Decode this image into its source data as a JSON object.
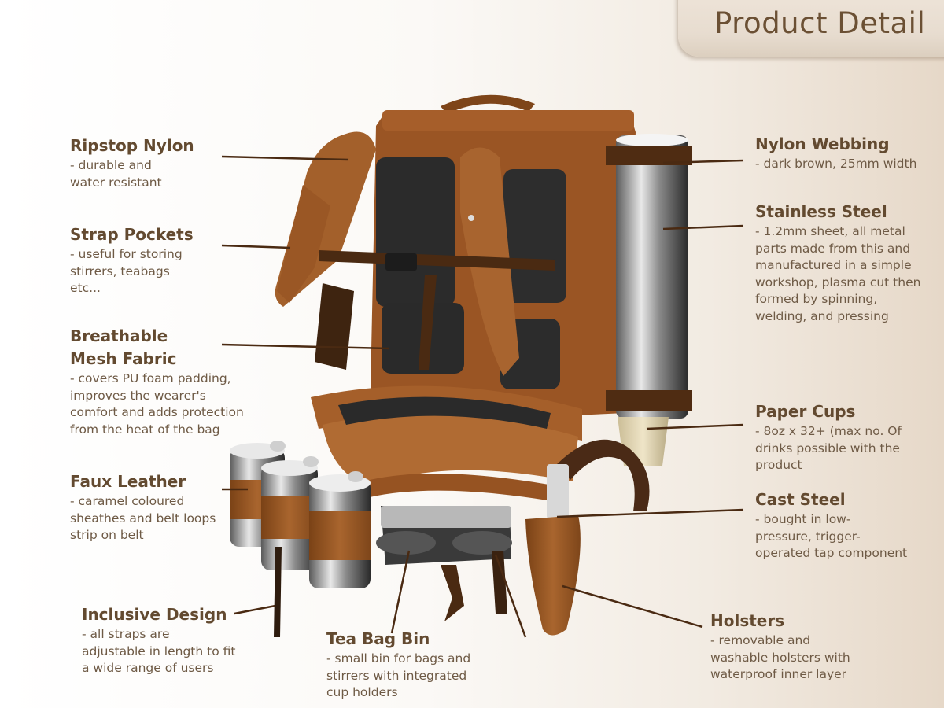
{
  "header": {
    "title": "Product Detail"
  },
  "colors": {
    "accent_text": "#634a30",
    "body_text": "#6e5a45",
    "leather_caramel": "#a55f2a",
    "leather_dark": "#4a2a12",
    "mesh": "#2b2b2b",
    "steel": "#b9b9b9",
    "leader_line": "#4a2a12"
  },
  "callouts": {
    "left": [
      {
        "title": "Ripstop Nylon",
        "desc": "- durable and\nwater resistant"
      },
      {
        "title": "Strap Pockets",
        "desc": "- useful for storing\nstirrers, teabags\netc..."
      },
      {
        "title": "Breathable\nMesh Fabric",
        "desc": "- covers PU foam padding,\nimproves the wearer's\ncomfort and adds protection\nfrom the heat of the bag"
      },
      {
        "title": "Faux Leather",
        "desc": "- caramel coloured\nsheathes and belt loops\nstrip on belt"
      },
      {
        "title": "Inclusive Design",
        "desc": "- all straps are\nadjustable in length to fit\na wide range of users"
      }
    ],
    "bottom": [
      {
        "title": "Tea Bag Bin",
        "desc": "- small bin for bags and\nstirrers with integrated\ncup holders"
      }
    ],
    "right": [
      {
        "title": "Nylon Webbing",
        "desc": "- dark brown, 25mm width"
      },
      {
        "title": "Stainless Steel",
        "desc": "- 1.2mm sheet, all metal\nparts made from this and\nmanufactured in a simple\nworkshop, plasma cut then\nformed by spinning,\nwelding, and pressing"
      },
      {
        "title": "Paper Cups",
        "desc": "- 8oz x 32+ (max no. Of\ndrinks possible with the\nproduct"
      },
      {
        "title": "Cast Steel",
        "desc": "- bought in low-\npressure, trigger-\noperated tap component"
      },
      {
        "title": "Holsters",
        "desc": "- removable and\nwashable holsters with\nwaterproof inner layer"
      }
    ]
  },
  "product": {
    "name": "coffee vending backpack render"
  }
}
